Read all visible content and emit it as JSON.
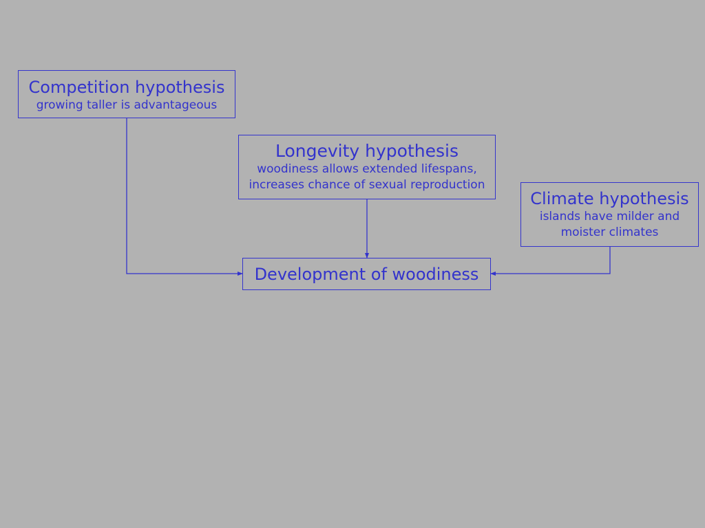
{
  "diagram": {
    "nodes": {
      "competition": {
        "title": "Competition hypothesis",
        "lines": [
          "growing taller is advantageous"
        ]
      },
      "longevity": {
        "title": "Longevity hypothesis",
        "lines": [
          "woodiness allows extended lifespans,",
          "increases chance of sexual reproduction"
        ]
      },
      "climate": {
        "title": "Climate hypothesis",
        "lines": [
          "islands have milder and",
          "moister climates"
        ]
      },
      "development": {
        "title": "Development of woodiness",
        "lines": []
      }
    },
    "edges": [
      {
        "from": "competition",
        "to": "development"
      },
      {
        "from": "longevity",
        "to": "development"
      },
      {
        "from": "climate",
        "to": "development"
      }
    ],
    "colors": {
      "background": "#b2b2b2",
      "ink": "#3333cc"
    }
  }
}
